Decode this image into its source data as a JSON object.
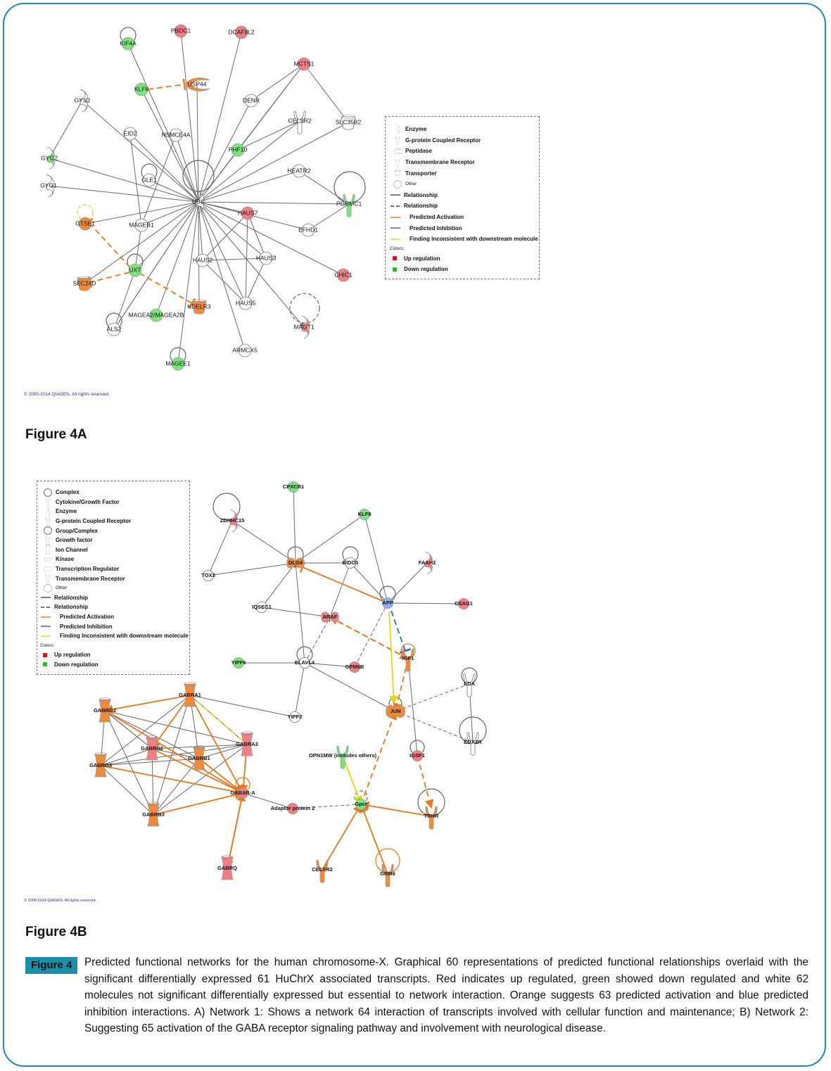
{
  "colors": {
    "frame": "#1a8fa8",
    "up": "#f07f84",
    "down": "#7ee27e",
    "activation": "#e9761c",
    "inhibition": "#1b6fd0",
    "inconsistent": "#e8d21a",
    "orange_node": "#ef8a3c",
    "white_node": "#ffffff",
    "blue_node": "#8fb0e8"
  },
  "figure_a": {
    "label": "Figure 4A",
    "copyright": "© 2000-2014 QIAGEN. All rights reserved.",
    "legend": {
      "items": [
        {
          "icon": "enzyme-icon",
          "label": "Enzyme"
        },
        {
          "icon": "gpcr-icon",
          "label": "G-protein Coupled Receptor"
        },
        {
          "icon": "peptidase-icon",
          "label": "Peptidase"
        },
        {
          "icon": "transmembrane-receptor-icon",
          "label": "Transmembrane Receptor"
        },
        {
          "icon": "transporter-icon",
          "label": "Transporter"
        },
        {
          "icon": "other-icon",
          "label": "Other"
        }
      ],
      "lines": [
        {
          "style": "solid",
          "label": "Relationship"
        },
        {
          "style": "dashed",
          "label": "Relationship"
        },
        {
          "style": "activation",
          "label": "Predicted Activation"
        },
        {
          "style": "inhibition",
          "label": "Predicted Inhibition"
        },
        {
          "style": "inconsistent",
          "label": "Finding Inconsistent with downstream molecule"
        }
      ],
      "colors_title": "Colors:",
      "colors": [
        {
          "swatch": "up",
          "label": "Up regulation"
        },
        {
          "swatch": "down",
          "label": "Down regulation"
        }
      ]
    },
    "nodes": [
      {
        "id": "UBC",
        "label": "UBC",
        "fill": "white",
        "shape": "enzyme"
      },
      {
        "id": "KIF4A",
        "label": "KIF4A",
        "fill": "down",
        "shape": "circle"
      },
      {
        "id": "PBDC1",
        "label": "PBDC1",
        "fill": "up",
        "shape": "circle"
      },
      {
        "id": "DCAF8L2",
        "label": "DCAF8L2",
        "fill": "up",
        "shape": "circle"
      },
      {
        "id": "MCTS1",
        "label": "MCTS1",
        "fill": "up",
        "shape": "circle"
      },
      {
        "id": "KLF8",
        "label": "KLF8",
        "fill": "down",
        "shape": "circle"
      },
      {
        "id": "USP44",
        "label": "USP44",
        "fill": "orange",
        "shape": "peptidase"
      },
      {
        "id": "DENR",
        "label": "DENR",
        "fill": "white",
        "shape": "circle"
      },
      {
        "id": "GYS2",
        "label": "GYS2",
        "fill": "white",
        "shape": "enzyme"
      },
      {
        "id": "CELSR2",
        "label": "CELSR2",
        "fill": "white",
        "shape": "gpcr"
      },
      {
        "id": "SLC35B2",
        "label": "SLC35B2",
        "fill": "white",
        "shape": "transporter"
      },
      {
        "id": "EID2",
        "label": "EID2",
        "fill": "white",
        "shape": "circle"
      },
      {
        "id": "NSMCE4A",
        "label": "NSMCE4A",
        "fill": "white",
        "shape": "circle"
      },
      {
        "id": "PHF10",
        "label": "PHF10",
        "fill": "down",
        "shape": "circle"
      },
      {
        "id": "GYG2",
        "label": "GYG2",
        "fill": "down",
        "shape": "enzyme"
      },
      {
        "id": "GLE1",
        "label": "GLE1",
        "fill": "white",
        "shape": "circle"
      },
      {
        "id": "HEATR2",
        "label": "HEATR2",
        "fill": "white",
        "shape": "circle"
      },
      {
        "id": "GYG1",
        "label": "GYG1",
        "fill": "white",
        "shape": "enzyme"
      },
      {
        "id": "PGRMC1",
        "label": "PGRMC1",
        "fill": "down",
        "shape": "tmr"
      },
      {
        "id": "GTSE1",
        "label": "GTSE1",
        "fill": "orange",
        "shape": "circle"
      },
      {
        "id": "MAGEB1",
        "label": "MAGEB1",
        "fill": "white",
        "shape": "circle"
      },
      {
        "id": "HAUS7",
        "label": "HAUS7",
        "fill": "up",
        "shape": "circle"
      },
      {
        "id": "EFHD1",
        "label": "EFHD1",
        "fill": "white",
        "shape": "circle"
      },
      {
        "id": "HAUS2",
        "label": "HAUS2",
        "fill": "white",
        "shape": "circle"
      },
      {
        "id": "HAUS3",
        "label": "HAUS3",
        "fill": "white",
        "shape": "circle"
      },
      {
        "id": "UXT",
        "label": "UXT",
        "fill": "down",
        "shape": "circle"
      },
      {
        "id": "SEC24D",
        "label": "SEC24D",
        "fill": "orange",
        "shape": "transporter"
      },
      {
        "id": "CHIC1",
        "label": "CHIC1",
        "fill": "up",
        "shape": "circle"
      },
      {
        "id": "KDELR3",
        "label": "KDELR3",
        "fill": "orange",
        "shape": "transporter"
      },
      {
        "id": "HAUS5",
        "label": "HAUS5",
        "fill": "white",
        "shape": "circle"
      },
      {
        "id": "MAGEA2",
        "label": "MAGEA2/MAGEA2B",
        "fill": "down",
        "shape": "circle"
      },
      {
        "id": "ALS2",
        "label": "ALS2",
        "fill": "white",
        "shape": "circle"
      },
      {
        "id": "MAGT1",
        "label": "MAGT1",
        "fill": "up",
        "shape": "enzyme"
      },
      {
        "id": "ARMCX5",
        "label": "ARMCX5",
        "fill": "white",
        "shape": "circle"
      },
      {
        "id": "MAGEE1",
        "label": "MAGEE1",
        "fill": "down",
        "shape": "circle"
      }
    ]
  },
  "figure_b": {
    "label": "Figure 4B",
    "copyright": "© 2000-2014 QIAGEN. All rights reserved.",
    "legend": {
      "items": [
        {
          "icon": "complex-icon",
          "label": "Complex"
        },
        {
          "icon": "cytokine-icon",
          "label": "Cytokine/Growth Factor"
        },
        {
          "icon": "enzyme-icon",
          "label": "Enzyme"
        },
        {
          "icon": "gpcr-icon",
          "label": "G-protein Coupled Receptor"
        },
        {
          "icon": "group-complex-icon",
          "label": "Group/Complex"
        },
        {
          "icon": "growth-factor-icon",
          "label": "Growth factor"
        },
        {
          "icon": "ion-channel-icon",
          "label": "Ion Channel"
        },
        {
          "icon": "kinase-icon",
          "label": "Kinase"
        },
        {
          "icon": "transcription-regulator-icon",
          "label": "Transcription Regulator"
        },
        {
          "icon": "transmembrane-receptor-icon",
          "label": "Transmembrane Receptor"
        },
        {
          "icon": "other-icon",
          "label": "Other"
        }
      ],
      "lines": [
        {
          "style": "solid",
          "label": "Relationship"
        },
        {
          "style": "dashed",
          "label": "Relationship"
        },
        {
          "style": "activation",
          "label": "Predicted Activation"
        },
        {
          "style": "inhibition",
          "label": "Predicted Inhibition"
        },
        {
          "style": "inconsistent",
          "label": "Finding Inconsistent with downstream molecule"
        }
      ],
      "colors_title": "Colors:",
      "colors": [
        {
          "swatch": "up",
          "label": "Up regulation"
        },
        {
          "swatch": "down",
          "label": "Down regulation"
        }
      ]
    },
    "nodes": [
      {
        "id": "CPXCR1",
        "label": "CPXCR1",
        "fill": "down"
      },
      {
        "id": "ZDHHC15",
        "label": "ZDHHC15",
        "fill": "up"
      },
      {
        "id": "KLF8",
        "label": "KLF8",
        "fill": "down"
      },
      {
        "id": "DLG4",
        "label": "DLG4",
        "fill": "orange"
      },
      {
        "id": "BIDO1",
        "label": "BIDO1",
        "fill": "white"
      },
      {
        "id": "FAAH2",
        "label": "FAAH2",
        "fill": "up"
      },
      {
        "id": "TOX3",
        "label": "TOX3",
        "fill": "white"
      },
      {
        "id": "APP",
        "label": "APP",
        "fill": "blue"
      },
      {
        "id": "CSAG1",
        "label": "CSAG1",
        "fill": "up"
      },
      {
        "id": "IQSEC1",
        "label": "IQSEC1",
        "fill": "white"
      },
      {
        "id": "ARAF",
        "label": "ARAF",
        "fill": "up"
      },
      {
        "id": "YIPF6",
        "label": "YIPF6",
        "fill": "down"
      },
      {
        "id": "ELAVL4",
        "label": "ELAVL4",
        "fill": "white"
      },
      {
        "id": "GPM6B",
        "label": "GPM6B",
        "fill": "up"
      },
      {
        "id": "IGF1",
        "label": "IGF1",
        "fill": "orange"
      },
      {
        "id": "EDA",
        "label": "EDA",
        "fill": "white"
      },
      {
        "id": "GABRA1",
        "label": "GABRA1",
        "fill": "orange"
      },
      {
        "id": "GABRG2",
        "label": "GABRG2",
        "fill": "orange"
      },
      {
        "id": "YIPF2",
        "label": "YIPF2",
        "fill": "white"
      },
      {
        "id": "JUN",
        "label": "JUN",
        "fill": "orange"
      },
      {
        "id": "EDA2R",
        "label": "EDA2R",
        "fill": "white"
      },
      {
        "id": "GABRA3",
        "label": "GABRA3",
        "fill": "up"
      },
      {
        "id": "GABRB2",
        "label": "GABRB2",
        "fill": "up"
      },
      {
        "id": "GABRB1",
        "label": "GABRB1",
        "fill": "orange"
      },
      {
        "id": "GABRG3",
        "label": "GABRG3",
        "fill": "orange"
      },
      {
        "id": "OPN1MW",
        "label": "OPN1MW (includes others)",
        "fill": "down"
      },
      {
        "id": "IGSF1",
        "label": "IGSF1",
        "fill": "up"
      },
      {
        "id": "GABARA",
        "label": "GABAR-A",
        "fill": "up"
      },
      {
        "id": "GABRB3",
        "label": "GABRB3",
        "fill": "orange"
      },
      {
        "id": "ADAPTOR2",
        "label": "Adaptor protein 2",
        "fill": "up"
      },
      {
        "id": "GPCR",
        "label": "Gpcr",
        "fill": "down"
      },
      {
        "id": "TRHR",
        "label": "TRHR",
        "fill": "orange"
      },
      {
        "id": "GABRQ",
        "label": "GABRQ",
        "fill": "up"
      },
      {
        "id": "CELSR2",
        "label": "CELSR2",
        "fill": "orange"
      },
      {
        "id": "GRM6",
        "label": "GRM6",
        "fill": "orange"
      }
    ]
  },
  "caption": {
    "badge": "Figure 4",
    "text": "Predicted functional networks for the human chromosome-X. Graphical 60 representations of predicted functional relationships overlaid with the significant differentially expressed 61 HuChrX associated transcripts. Red indicates up regulated, green showed down regulated and white 62 molecules not significant differentially expressed but essential to network interaction. Orange suggests 63 predicted activation and blue predicted inhibition interactions. A) Network 1: Shows a network 64 interaction of transcripts involved with cellular function and maintenance; B) Network 2: Suggesting 65 activation of the GABA receptor signaling pathway and involvement with neurological disease."
  }
}
